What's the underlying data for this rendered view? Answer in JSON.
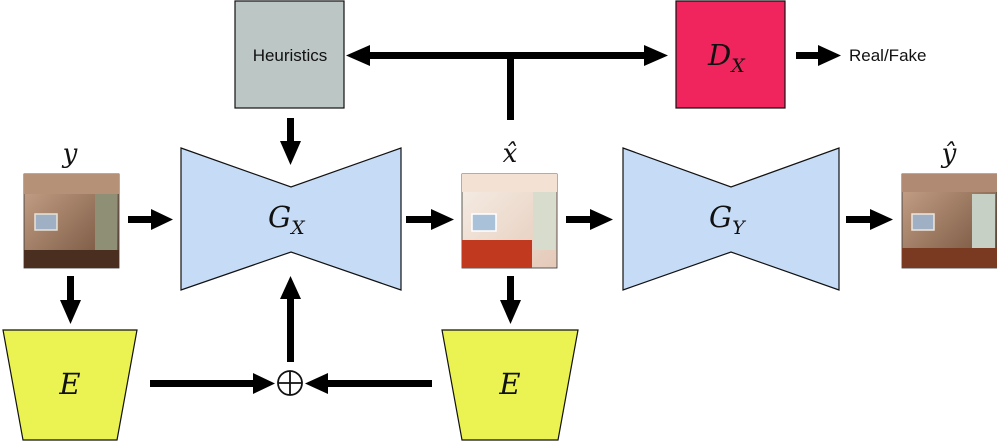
{
  "nodes": {
    "heuristics": {
      "label": "Heuristics",
      "fill": "#bcc6c5"
    },
    "discriminator": {
      "base": "D",
      "sub": "X",
      "fill": "#f0255e"
    },
    "generator_x": {
      "base": "G",
      "sub": "X",
      "fill": "#c6dcf6"
    },
    "generator_y": {
      "base": "G",
      "sub": "Y",
      "fill": "#c6dcf6"
    },
    "encoder_left": {
      "label": "E",
      "fill": "#eaf352"
    },
    "encoder_right": {
      "label": "E",
      "fill": "#eaf352"
    },
    "combine": {
      "symbol": "⊕"
    }
  },
  "labels": {
    "real_fake": "Real/Fake",
    "input_y": "y",
    "output_x_hat": "x̂",
    "output_y_hat": "ŷ"
  },
  "colors": {
    "arrow": "#000000",
    "stroke": "#111111"
  }
}
